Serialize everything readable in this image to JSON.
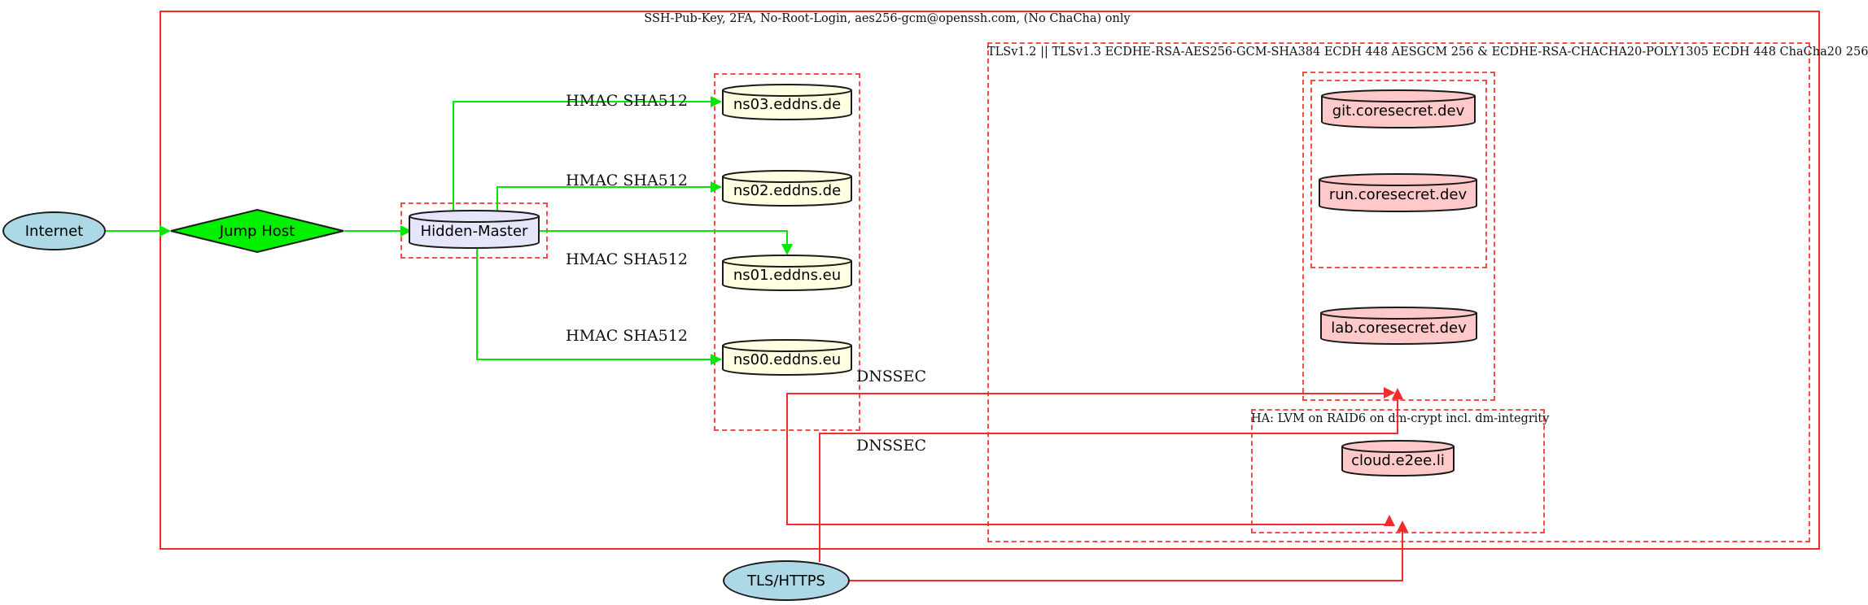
{
  "diagram": {
    "type": "network-security-topology-graph",
    "outer_zone_label": "SSH-Pub-Key, 2FA, No-Root-Login, aes256-gcm@openssh.com, (No ChaCha) only",
    "tls_zone_label": "TLSv1.2 || TLSv1.3 ECDHE-RSA-AES256-GCM-SHA384 ECDH 448 AESGCM 256 & ECDHE-RSA-CHACHA20-POLY1305 ECDH 448 ChaCha20 256",
    "ha_zone_label": "HA: LVM on RAID6 on dm-crypt incl. dm-integrity"
  },
  "nodes": {
    "internet": {
      "label": "Internet",
      "shape": "ellipse",
      "fill": "#add8e6"
    },
    "jump_host": {
      "label": "Jump Host",
      "shape": "diamond",
      "fill": "#00f000"
    },
    "hidden_master": {
      "label": "Hidden-Master",
      "shape": "cylinder",
      "fill": "#e6e6fa"
    },
    "ns03": {
      "label": "ns03.eddns.de",
      "shape": "cylinder",
      "fill": "#fffee0"
    },
    "ns02": {
      "label": "ns02.eddns.de",
      "shape": "cylinder",
      "fill": "#fffee0"
    },
    "ns01": {
      "label": "ns01.eddns.eu",
      "shape": "cylinder",
      "fill": "#fffee0"
    },
    "ns00": {
      "label": "ns00.eddns.eu",
      "shape": "cylinder",
      "fill": "#fffee0"
    },
    "git": {
      "label": "git.coresecret.dev",
      "shape": "cylinder",
      "fill": "#ffc9c9"
    },
    "run": {
      "label": "run.coresecret.dev",
      "shape": "cylinder",
      "fill": "#ffc9c9"
    },
    "lab": {
      "label": "lab.coresecret.dev",
      "shape": "cylinder",
      "fill": "#ffc9c9"
    },
    "cloud": {
      "label": "cloud.e2ee.li",
      "shape": "cylinder",
      "fill": "#ffc9c9"
    },
    "tls_https": {
      "label": "TLS/HTTPS",
      "shape": "ellipse",
      "fill": "#add8e6"
    }
  },
  "edge_labels": {
    "hmac": "HMAC SHA512",
    "dnssec": "DNSSEC"
  },
  "colors": {
    "edge_green": "#00e800",
    "edge_red": "#f32b2b",
    "cluster_dashed_red": "#f84b4b",
    "node_border": "#1a1a1a",
    "dns_node_fill": "#fffee0",
    "web_node_fill": "#ffc9c9",
    "master_node_fill": "#e6e6fa",
    "endpoint_fill": "#add8e6",
    "diamond_fill": "#00f000"
  }
}
